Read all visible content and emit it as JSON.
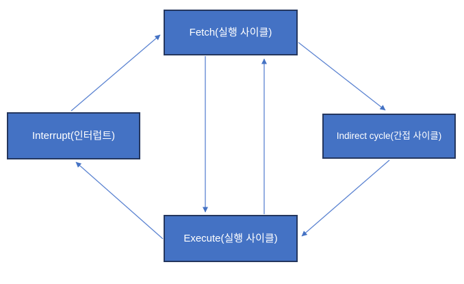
{
  "diagram": {
    "name": "instruction-cycle-diagram",
    "background": "#FFFFFF",
    "colors": {
      "node_fill": "#4472C4",
      "node_border": "#24365D",
      "node_text": "#FFFFFF",
      "arrow": "#5B83D1"
    },
    "nodes": [
      {
        "id": "fetch",
        "label": "Fetch(실행 사이클)"
      },
      {
        "id": "interrupt",
        "label": "Interrupt(인터럽트)"
      },
      {
        "id": "indirect",
        "label": "Indirect cycle(간접 사이클)"
      },
      {
        "id": "execute",
        "label": "Execute(실행 사이클)"
      }
    ],
    "edges": [
      {
        "from": "interrupt",
        "to": "fetch"
      },
      {
        "from": "fetch",
        "to": "indirect"
      },
      {
        "from": "indirect",
        "to": "execute"
      },
      {
        "from": "execute",
        "to": "interrupt"
      },
      {
        "from": "fetch",
        "to": "execute"
      },
      {
        "from": "execute",
        "to": "fetch"
      }
    ]
  }
}
